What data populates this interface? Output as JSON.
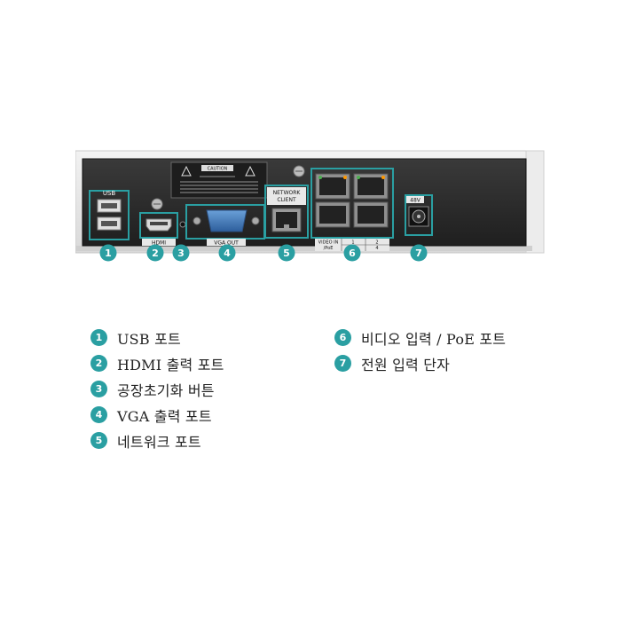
{
  "device": {
    "usb_label": "USB",
    "hdmi_label": "HDMI",
    "vga_label": "VGA  OUT",
    "network_label_1": "NETWORK",
    "network_label_2": "CLIENT",
    "video_in_label_1": "VIDEO IN",
    "video_in_label_2": "/PoE",
    "port_nums": [
      "1",
      "2",
      "3",
      "4"
    ],
    "power_label": "48V",
    "caution_title": "CAUTION",
    "badge_numbers": [
      "1",
      "2",
      "3",
      "4",
      "5",
      "6",
      "7"
    ]
  },
  "legend": {
    "left": [
      {
        "num": "1",
        "text": "USB 포트"
      },
      {
        "num": "2",
        "text": "HDMI 출력 포트"
      },
      {
        "num": "3",
        "text": "공장초기화 버튼"
      },
      {
        "num": "4",
        "text": "VGA 출력 포트"
      },
      {
        "num": "5",
        "text": "네트워크 포트"
      }
    ],
    "right": [
      {
        "num": "6",
        "text": "비디오 입력 / PoE 포트"
      },
      {
        "num": "7",
        "text": "전원 입력 단자"
      }
    ]
  },
  "colors": {
    "accent": "#2a9fa2",
    "panel_dark": "#2c2c2c",
    "chassis": "#e6e6e6"
  }
}
